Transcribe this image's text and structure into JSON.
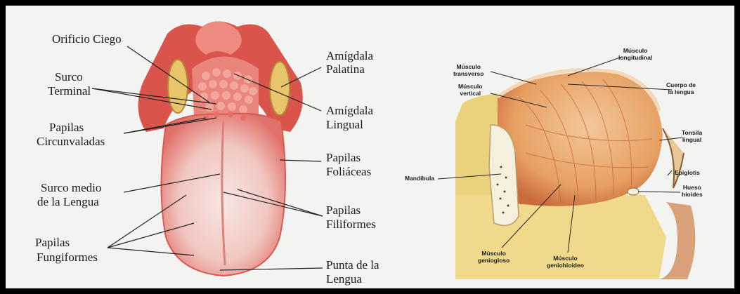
{
  "left_diagram": {
    "labels": {
      "orificio_ciego": "Orificio Ciego",
      "surco_terminal_1": "Surco",
      "surco_terminal_2": "Terminal",
      "papilas_circ_1": "Papilas",
      "papilas_circ_2": "Circunvaladas",
      "surco_medio_1": "Surco medio",
      "surco_medio_2": "de la Lengua",
      "papilas_fung_1": "Papilas",
      "papilas_fung_2": "Fungiformes",
      "amigdala_palatina_1": "Amígdala",
      "amigdala_palatina_2": "Palatina",
      "amigdala_lingual_1": "Amígdala",
      "amigdala_lingual_2": "Lingual",
      "papilas_fol_1": "Papilas",
      "papilas_fol_2": "Foliáceas",
      "papilas_fil_1": "Papilas",
      "papilas_fil_2": "Filiformes",
      "punta_1": "Punta de la",
      "punta_2": "Lengua"
    }
  },
  "right_diagram": {
    "labels": {
      "musculo_transverso_1": "Músculo",
      "musculo_transverso_2": "transverso",
      "musculo_vertical_1": "Músculo",
      "musculo_vertical_2": "vertical",
      "musculo_longitudinal_1": "Músculo",
      "musculo_longitudinal_2": "longitudinal",
      "cuerpo_1": "Cuerpo de",
      "cuerpo_2": "la lengua",
      "tonsila_1": "Tonsila",
      "tonsila_2": "lingual",
      "mandibula": "Mandíbula",
      "epiglotis": "Epiglotis",
      "hueso_1": "Hueso",
      "hueso_2": "hioides",
      "geniogloso_1": "Músculo",
      "geniogloso_2": "geniogloso",
      "genihioideo_1": "Músculo",
      "genihioideo_2": "geniohioideo"
    }
  },
  "colors": {
    "tongue": "#e87a74",
    "tongue_light": "#f4d6d3",
    "tonsil": "#e8c56a",
    "muscle": "#e9a46a",
    "tissue": "#f0d98a",
    "background": "#f3f3f1"
  }
}
